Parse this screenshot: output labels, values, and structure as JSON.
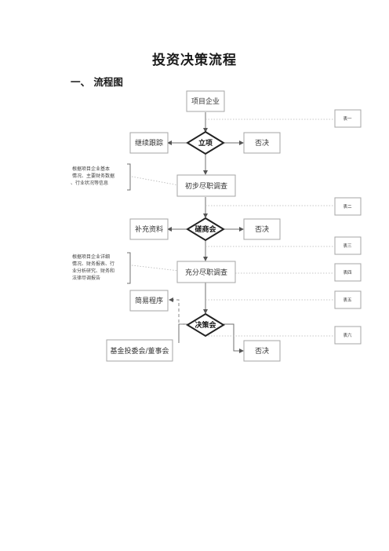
{
  "title": "投资决策流程",
  "section_heading": "一、 流程图",
  "flow": {
    "project": "项目企业",
    "lixiang": "立项",
    "follow": "继续跟踪",
    "reject1": "否决",
    "initial_dd": "初步尽职调查",
    "supplement": "补充资料",
    "negotiate": "磋商会",
    "reject2": "否决",
    "full_dd": "充分尽职调查",
    "simple": "简易程序",
    "decision": "决策会",
    "committee": "基金投委会/董事会",
    "reject3": "否决"
  },
  "notes": {
    "note1": [
      "根据项目企业基本",
      "情况、主要财务数据",
      "、行业状况等信息"
    ],
    "note2": [
      "根据项目企业详细",
      "情况、财务报表、行",
      "业分析研究、财务和",
      "法律尽调报告"
    ]
  },
  "tables": [
    "表一",
    "表二",
    "表三",
    "表四",
    "表五",
    "表六"
  ]
}
